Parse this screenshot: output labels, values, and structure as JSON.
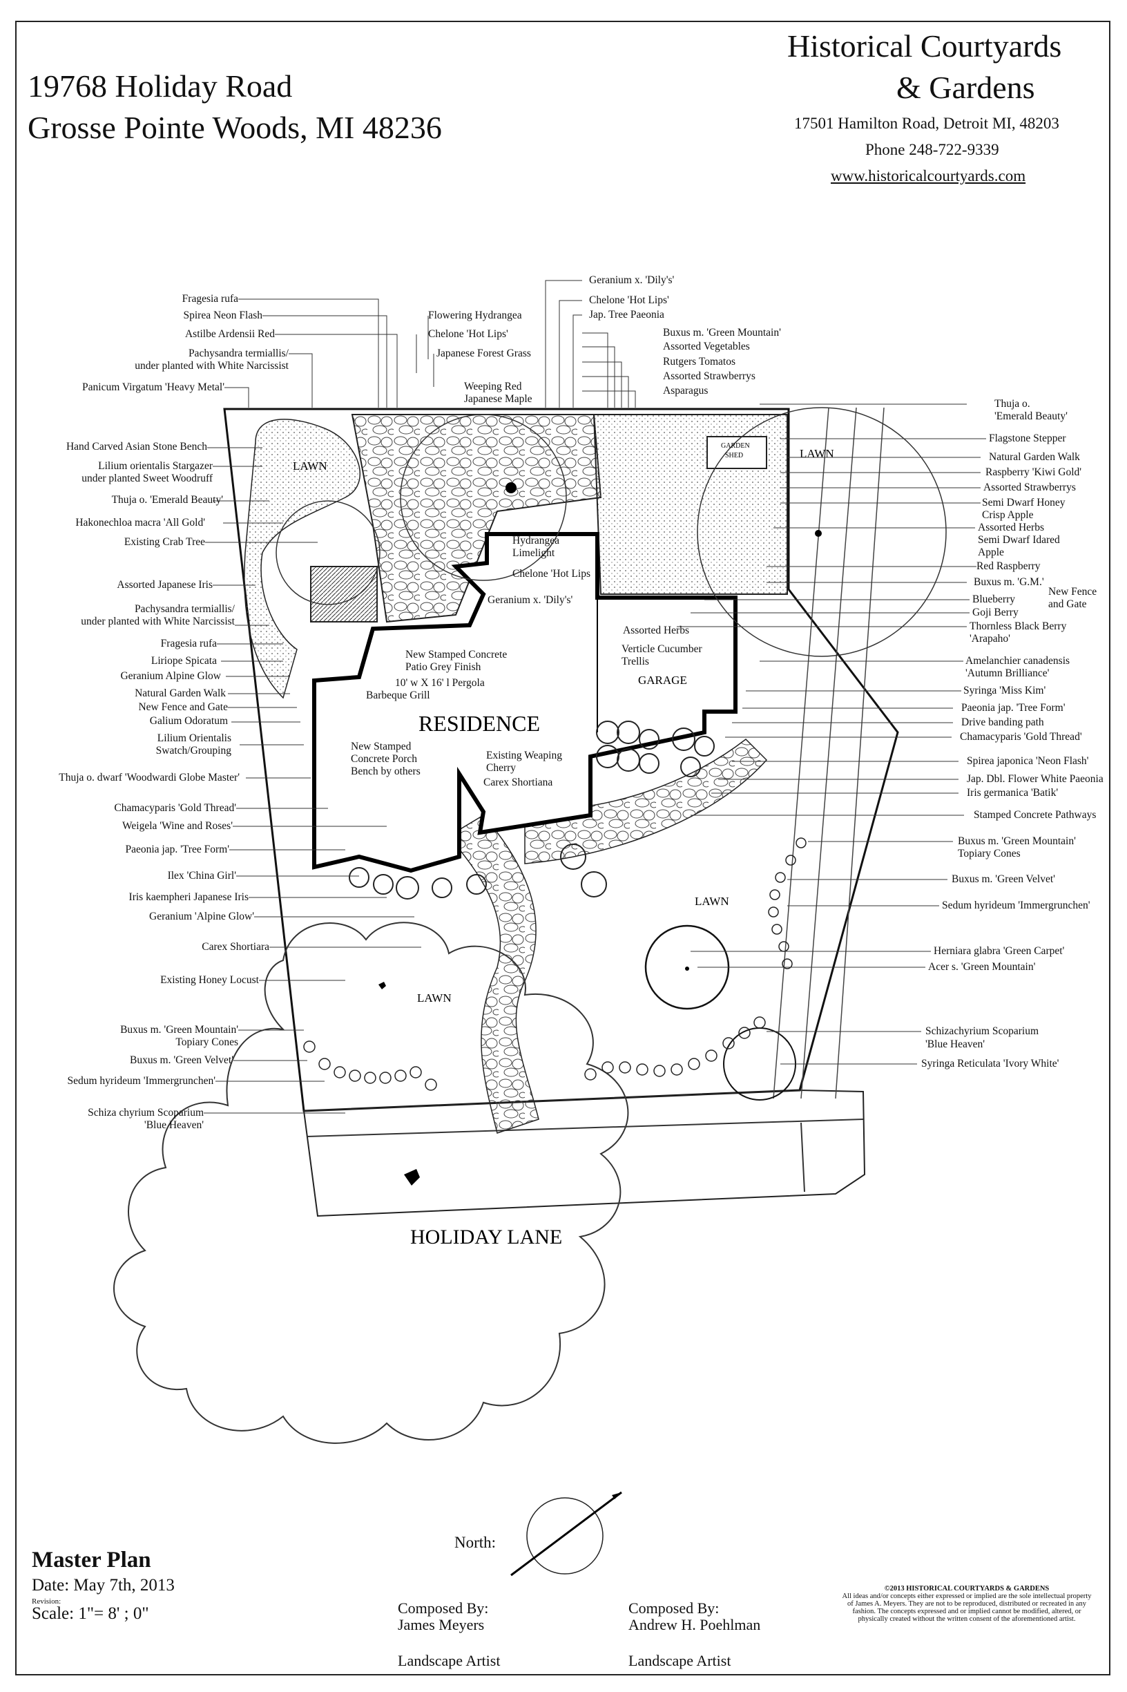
{
  "address": {
    "line1": "19768 Holiday Road",
    "line2": "Grosse Pointe Woods, MI 48236"
  },
  "company": {
    "name_line1": "Historical Courtyards",
    "name_line2": "& Gardens",
    "street": "17501 Hamilton Road, Detroit MI, 48203",
    "phone": "Phone 248-722-9339",
    "website": "www.historicalcourtyards.com"
  },
  "plan_labels": {
    "lawn_nw": "LAWN",
    "lawn_ne": "LAWN",
    "lawn_se": "LAWN",
    "lawn_sw": "LAWN",
    "residence": "RESIDENCE",
    "garage": "GARAGE",
    "garden_shed_line1": "GARDEN",
    "garden_shed_line2": "SHED",
    "street": "HOLIDAY LANE"
  },
  "left_labels": [
    "Fragesia rufa",
    "Spirea Neon Flash",
    "Astilbe Ardensii Red",
    "Pachysandra termiallis/",
    "under planted with White Narcissist",
    "Panicum Virgatum 'Heavy Metal'",
    "Hand Carved Asian Stone Bench",
    "Lilium orientalis Stargazer",
    "under planted Sweet Woodruff",
    "Thuja o. 'Emerald Beauty'",
    "Hakonechloa macra 'All Gold'",
    "Existing Crab Tree",
    "Assorted Japanese Iris",
    "Pachysandra termiallis/",
    "under planted with White Narcissist",
    "Fragesia rufa",
    "Liriope Spicata",
    "Geranium Alpine Glow",
    "Natural Garden Walk",
    "New Fence and Gate",
    "Galium Odoratum",
    "Lilium Orientalis",
    "Swatch/Grouping",
    "Thuja o. dwarf 'Woodwardi Globe Master'",
    "Chamacyparis 'Gold Thread'",
    "Weigela 'Wine and Roses'",
    "Paeonia jap. 'Tree Form'",
    "Ilex 'China Girl'",
    "Iris kaempheri Japanese Iris",
    "Geranium 'Alpine Glow'",
    "Carex Shortiara",
    "Existing Honey Locust",
    "Buxus m. 'Green Mountain'",
    "Topiary Cones",
    "Buxus m. 'Green Velvet'",
    "Sedum hyrideum 'Immergrunchen'",
    "Schiza chyrium Scoparium",
    "'Blue Heaven'"
  ],
  "top_labels": [
    "Flowering Hydrangea",
    "Chelone 'Hot Lips'",
    "Japanese Forest Grass",
    "Geranium x. 'Dily's'",
    "Chelone 'Hot Lips'",
    "Jap. Tree Paeonia",
    "Buxus m. 'Green Mountain'",
    "Assorted Vegetables",
    "Rutgers Tomatos",
    "Assorted Strawberrys",
    "Asparagus",
    "Weeping Red",
    "Japanese Maple"
  ],
  "right_labels": [
    "Thuja o.",
    "'Emerald Beauty'",
    "Flagstone Stepper",
    "Natural Garden Walk",
    "Raspberry 'Kiwi Gold'",
    "Assorted Strawberrys",
    "Semi Dwarf Honey",
    "Crisp Apple",
    "Assorted Herbs",
    "Semi Dwarf Idared",
    "Apple",
    "Red Raspberry",
    "Buxus m. 'G.M.'",
    "New Fence",
    "and Gate",
    "Blueberry",
    "Goji Berry",
    "Thornless Black Berry",
    "'Arapaho'",
    "Amelanchier canadensis",
    "'Autumn Brilliance'",
    "Syringa 'Miss Kim'",
    "Paeonia jap. 'Tree Form'",
    "Drive banding path",
    "Chamacyparis 'Gold Thread'",
    "Spirea japonica 'Neon Flash'",
    "Jap. Dbl. Flower White Paeonia",
    "Iris germanica 'Batik'",
    "Stamped Concrete Pathways",
    "Buxus m. 'Green Mountain'",
    "Topiary Cones",
    "Buxus m. 'Green Velvet'",
    "Sedum hyrideum 'Immergrunchen'",
    "Herniara glabra 'Green Carpet'",
    "Acer s. 'Green Mountain'",
    "Schizachyrium Scoparium",
    "'Blue Heaven'",
    "Syringa Reticulata 'Ivory White'"
  ],
  "inner_labels": [
    "Hydrangea",
    "Limelight",
    "Chelone 'Hot Lips",
    "Geranium x. 'Dily's'",
    "Assorted Herbs",
    "Verticle Cucumber",
    "Trellis",
    "New Stamped Concrete",
    "Patio Grey Finish",
    "10' w  X 16' l Pergola",
    "Barbeque Grill",
    "New Stamped",
    "Concrete Porch",
    "Bench by others",
    "Existing Weaping",
    "Cherry",
    "Carex Shortiana"
  ],
  "footer": {
    "title": "Master Plan",
    "date": "Date: May 7th, 2013",
    "revision": "Revision:",
    "scale": "Scale: 1\"= 8' ; 0\"",
    "north": "North:",
    "composer1_heading": "Composed By:",
    "composer1_name": "James Meyers",
    "composer1_role": "Landscape Artist",
    "composer2_heading": "Composed By:",
    "composer2_name": "Andrew H. Poehlman",
    "composer2_role": "Landscape Artist",
    "copyright_line1": "©2013 HISTORICAL COURTYARDS & GARDENS",
    "copyright_body": "All ideas and/or concepts either expressed or implied are the sole intellectual property of  James A. Meyers.  They are not to be reproduced, distributed or recreated in any fashion.  The concepts expressed and or implied cannot be modified, altered, or physically created without the written consent of the aforementioned artist."
  }
}
